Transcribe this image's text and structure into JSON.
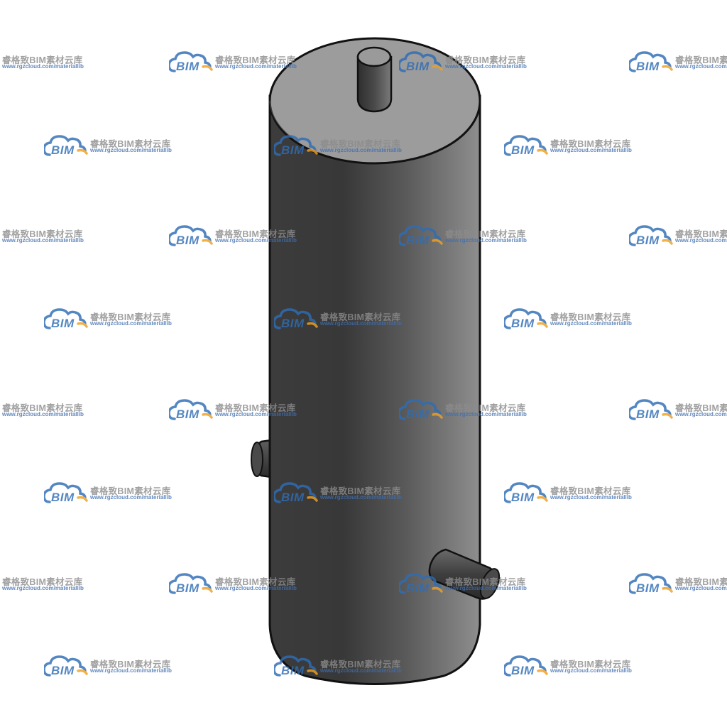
{
  "scene": {
    "subject_icon": "vertical-tank-with-nozzles",
    "colors": {
      "background": "#ffffff",
      "tank_body_dark": "#3a3a3a",
      "tank_body_light": "#8a8a8a",
      "tank_top": "#9a9a9a",
      "outline": "#111111",
      "watermark_blue": "#2f6db5",
      "watermark_orange": "#f0a020",
      "watermark_grey": "#8c8c8c"
    }
  },
  "watermark": {
    "logo_text": "BIM",
    "brand_text": "睿格致BIM素材云库",
    "url_text": "www.rgzcloud.com/materiallib",
    "logo_icon": "cloud-icon"
  }
}
